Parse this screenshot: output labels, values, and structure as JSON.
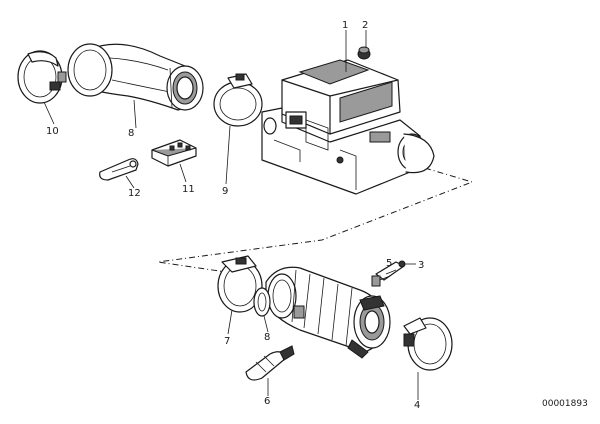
{
  "diagram": {
    "callouts": [
      {
        "id": "c1",
        "text": "1"
      },
      {
        "id": "c2",
        "text": "2"
      },
      {
        "id": "c3",
        "text": "3"
      },
      {
        "id": "c4",
        "text": "4"
      },
      {
        "id": "c5",
        "text": "5"
      },
      {
        "id": "c6",
        "text": "6"
      },
      {
        "id": "c7",
        "text": "7"
      },
      {
        "id": "c8",
        "text": "8"
      },
      {
        "id": "c9",
        "text": "9"
      },
      {
        "id": "c10",
        "text": "10"
      },
      {
        "id": "c11",
        "text": "11"
      },
      {
        "id": "c12",
        "text": "12"
      }
    ],
    "document_id": "00001893"
  }
}
